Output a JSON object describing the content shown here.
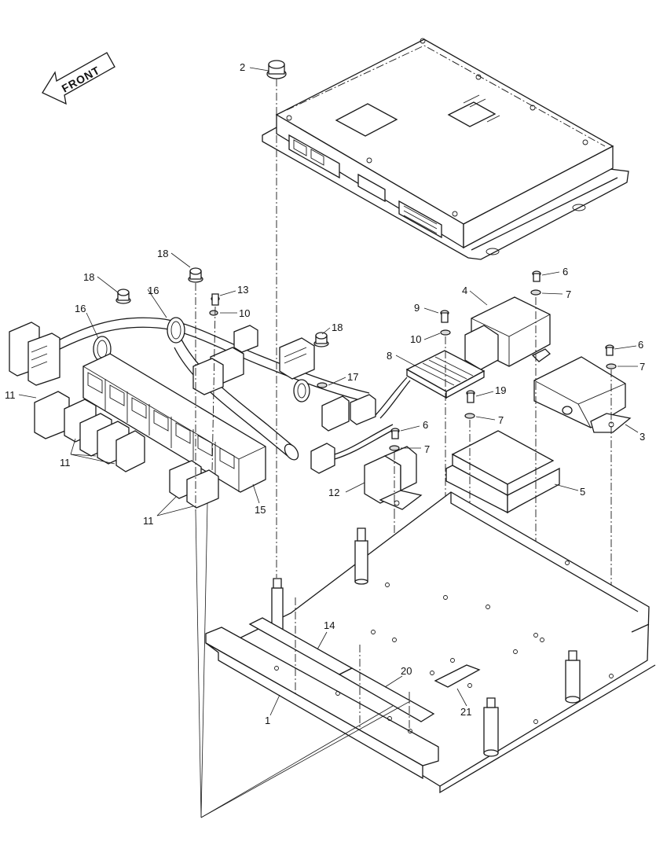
{
  "diagram": {
    "front_label": "FRONT",
    "callouts": [
      {
        "id": "c-2",
        "text": "2"
      },
      {
        "id": "c-18a",
        "text": "18"
      },
      {
        "id": "c-18b",
        "text": "18"
      },
      {
        "id": "c-18c",
        "text": "18"
      },
      {
        "id": "c-16a",
        "text": "16"
      },
      {
        "id": "c-16b",
        "text": "16"
      },
      {
        "id": "c-13",
        "text": "13"
      },
      {
        "id": "c-10a",
        "text": "10"
      },
      {
        "id": "c-10b",
        "text": "10"
      },
      {
        "id": "c-17",
        "text": "17"
      },
      {
        "id": "c-9",
        "text": "9"
      },
      {
        "id": "c-8",
        "text": "8"
      },
      {
        "id": "c-4",
        "text": "4"
      },
      {
        "id": "c-6a",
        "text": "6"
      },
      {
        "id": "c-7a",
        "text": "7"
      },
      {
        "id": "c-6b",
        "text": "6"
      },
      {
        "id": "c-7b",
        "text": "7"
      },
      {
        "id": "c-19",
        "text": "19"
      },
      {
        "id": "c-7c",
        "text": "7"
      },
      {
        "id": "c-6c",
        "text": "6"
      },
      {
        "id": "c-7d",
        "text": "7"
      },
      {
        "id": "c-3",
        "text": "3"
      },
      {
        "id": "c-5",
        "text": "5"
      },
      {
        "id": "c-12",
        "text": "12"
      },
      {
        "id": "c-11a",
        "text": "11"
      },
      {
        "id": "c-11b",
        "text": "11"
      },
      {
        "id": "c-11c",
        "text": "11"
      },
      {
        "id": "c-15",
        "text": "15"
      },
      {
        "id": "c-14",
        "text": "14"
      },
      {
        "id": "c-20",
        "text": "20"
      },
      {
        "id": "c-1",
        "text": "1"
      },
      {
        "id": "c-21",
        "text": "21"
      }
    ]
  }
}
